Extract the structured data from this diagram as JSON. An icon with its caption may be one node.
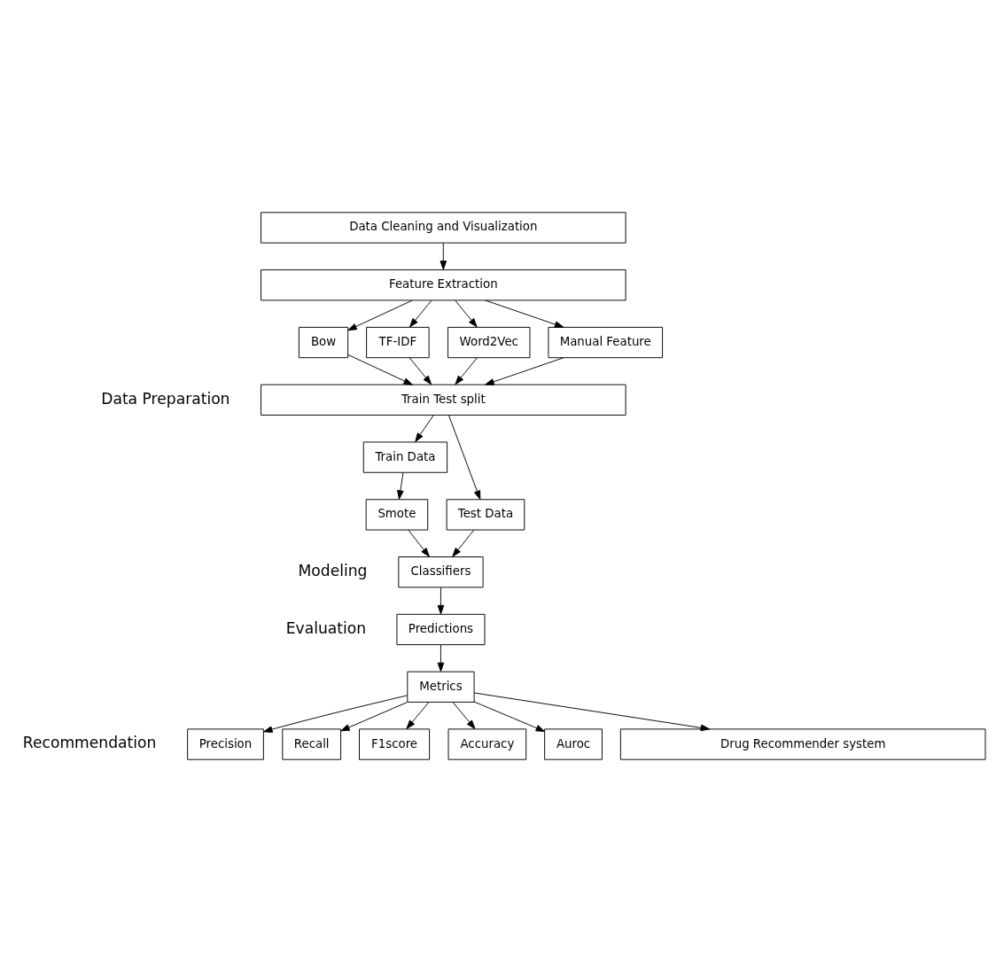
{
  "diagram": {
    "nodes": [
      {
        "text": [
          "Data Cleaning and Visualization"
        ]
      },
      {
        "text": [
          "Feature Extraction"
        ]
      },
      {
        "text": [
          "Bow"
        ]
      },
      {
        "text": [
          "TF-IDF"
        ]
      },
      {
        "text": [
          "Word2Vec"
        ]
      },
      {
        "text": [
          "Manual Feature"
        ]
      },
      {
        "text": [
          "Train Test split"
        ]
      },
      {
        "text": [
          "Train Data"
        ]
      },
      {
        "text": [
          "Test Data"
        ]
      },
      {
        "text": [
          "Smote"
        ]
      },
      {
        "text": [
          "Classifiers"
        ]
      },
      {
        "text": [
          "Predictions"
        ]
      },
      {
        "text": [
          "Metrics"
        ]
      },
      {
        "text": [
          "Precision"
        ]
      },
      {
        "text": [
          "Recall"
        ]
      },
      {
        "text": [
          "F1score"
        ]
      },
      {
        "text": [
          "Accuracy"
        ]
      },
      {
        "text": [
          "Auroc"
        ]
      },
      {
        "text": [
          "Drug Recommender system"
        ]
      }
    ],
    "edges": [
      {
        "from": 0,
        "to": 1,
        "arrow": "to"
      },
      {
        "from": 1,
        "to": 2,
        "arrow": "to"
      },
      {
        "from": 1,
        "to": 3,
        "arrow": "to"
      },
      {
        "from": 1,
        "to": 4,
        "arrow": "to"
      },
      {
        "from": 1,
        "to": 5,
        "arrow": "to"
      },
      {
        "from": 2,
        "to": 6,
        "arrow": "to"
      },
      {
        "from": 3,
        "to": 6,
        "arrow": "to"
      },
      {
        "from": 4,
        "to": 6,
        "arrow": "to"
      },
      {
        "from": 5,
        "to": 6,
        "arrow": "to"
      },
      {
        "from": 6,
        "to": 7,
        "arrow": "to"
      },
      {
        "from": 6,
        "to": 8,
        "arrow": "to"
      },
      {
        "from": 7,
        "to": 9,
        "arrow": "to"
      },
      {
        "from": 8,
        "to": 10,
        "arrow": "to"
      },
      {
        "from": 9,
        "to": 10,
        "arrow": "to"
      },
      {
        "from": 10,
        "to": 11,
        "arrow": "to"
      },
      {
        "from": 11,
        "to": 12,
        "arrow": "to"
      },
      {
        "from": 12,
        "to": 13,
        "arrow": "to"
      },
      {
        "from": 12,
        "to": 14,
        "arrow": "to"
      },
      {
        "from": 12,
        "to": 15,
        "arrow": "to"
      },
      {
        "from": 12,
        "to": 16,
        "arrow": "to"
      },
      {
        "from": 12,
        "to": 17,
        "arrow": "to"
      },
      {
        "from": 12,
        "to": 18,
        "arrow": "to"
      }
    ],
    "labels": [
      "Data Preparation",
      "Modeling",
      "Evaluation",
      "Recommendation"
    ]
  }
}
